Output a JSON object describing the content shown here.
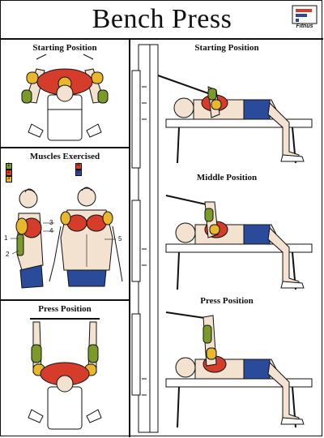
{
  "title": "Bench Press",
  "brand": {
    "logo_text": "Fitnus"
  },
  "left_panels": {
    "starting_label": "Starting Position",
    "muscles_label": "Muscles Exercised",
    "press_label": "Press Position"
  },
  "right_panels": {
    "starting_label": "Starting Position",
    "middle_label": "Middle Position",
    "press_label": "Press Position"
  },
  "legend": [
    {
      "num": "1",
      "color": "#7a9a2a"
    },
    {
      "num": "2",
      "color": "#d63c2a"
    },
    {
      "num": "3",
      "color": "#e8b72a"
    },
    {
      "num": "4",
      "color": "#d63c2a"
    },
    {
      "num": "5",
      "color": "#2a4a9a"
    }
  ],
  "callouts": [
    "1",
    "2",
    "3",
    "4",
    "5"
  ],
  "colors": {
    "muscle_red": "#d63c2a",
    "muscle_yellow": "#e8b72a",
    "muscle_green": "#7a9a2a",
    "shorts_blue": "#2a4a9a",
    "skin": "#f3e2cf",
    "line": "#111111"
  }
}
